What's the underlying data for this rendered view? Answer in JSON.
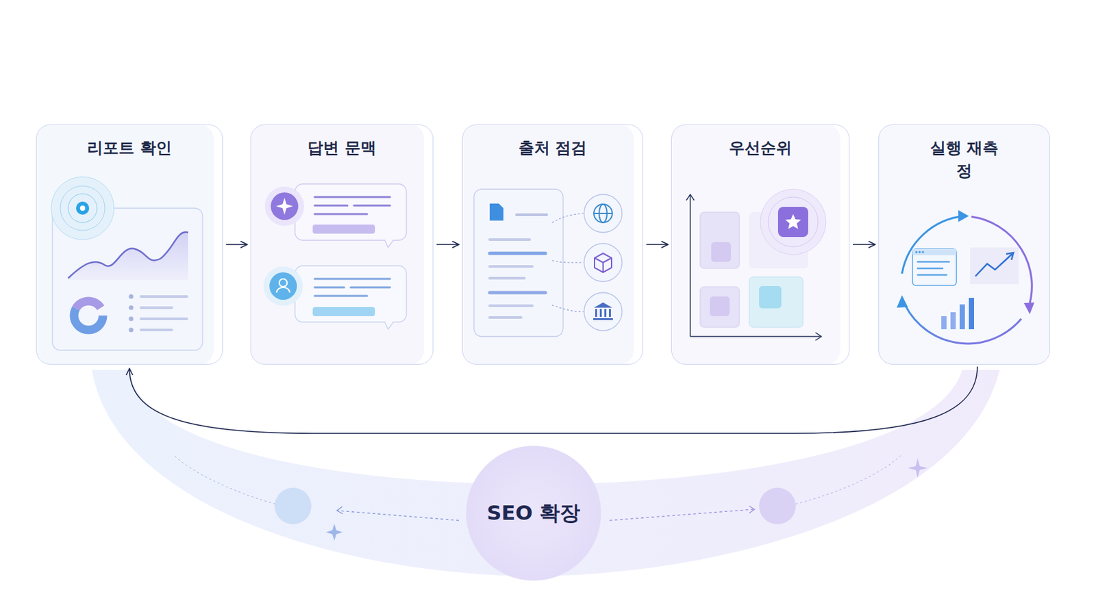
{
  "diagram": {
    "nodes": [
      {
        "text": [
          "리포트 확인"
        ]
      },
      {
        "text": [
          "답변 문맥"
        ]
      },
      {
        "text": [
          "출처 점검"
        ]
      },
      {
        "text": [
          "우선순위"
        ]
      },
      {
        "text": [
          "실행 재측정"
        ]
      },
      {
        "text": [
          "SEO 확장"
        ]
      }
    ],
    "edges": [
      {
        "from": 0,
        "to": 1,
        "arrow": "to"
      },
      {
        "from": 1,
        "to": 2,
        "arrow": "to"
      },
      {
        "from": 2,
        "to": 3,
        "arrow": "to"
      },
      {
        "from": 3,
        "to": 4,
        "arrow": "to"
      },
      {
        "from": 4,
        "to": 0,
        "arrow": "to"
      }
    ]
  }
}
